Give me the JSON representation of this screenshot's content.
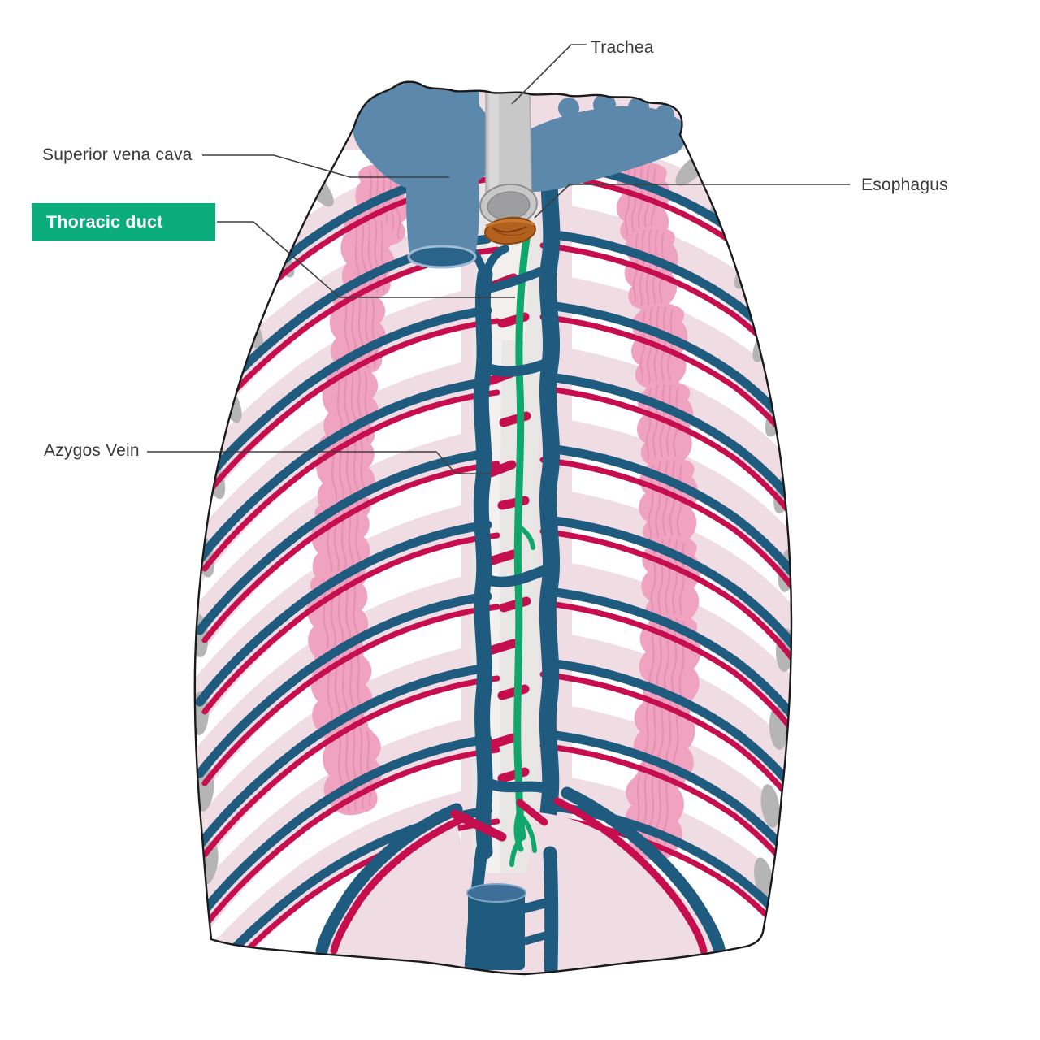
{
  "labels": {
    "trachea": "Trachea",
    "superior_vena_cava": "Superior vena cava",
    "thoracic_duct": "Thoracic duct",
    "esophagus": "Esophagus",
    "azygos_vein": "Azygos Vein"
  },
  "highlighted_label": "thoracic_duct",
  "colors": {
    "highlight_green": "#0BAC7C",
    "highlight_text": "#FFFFFF",
    "label_text": "#3A3A3A",
    "leader_line": "#3F3F3F",
    "vein_blue": "#1E5B7F",
    "artery_red": "#C60E4E",
    "superior_vena_cava_blue": "#5C88AC",
    "thoracic_duct_green": "#0FA76C",
    "rib_pink": "#F0DCE3",
    "intercostal_muscle_pink": "#F0A3C0",
    "cartilage_gray": "#B5B5B5",
    "trachea_gray": "#C8C8C8",
    "esophagus_brown": "#B3611F",
    "background": "#FFFFFF"
  }
}
